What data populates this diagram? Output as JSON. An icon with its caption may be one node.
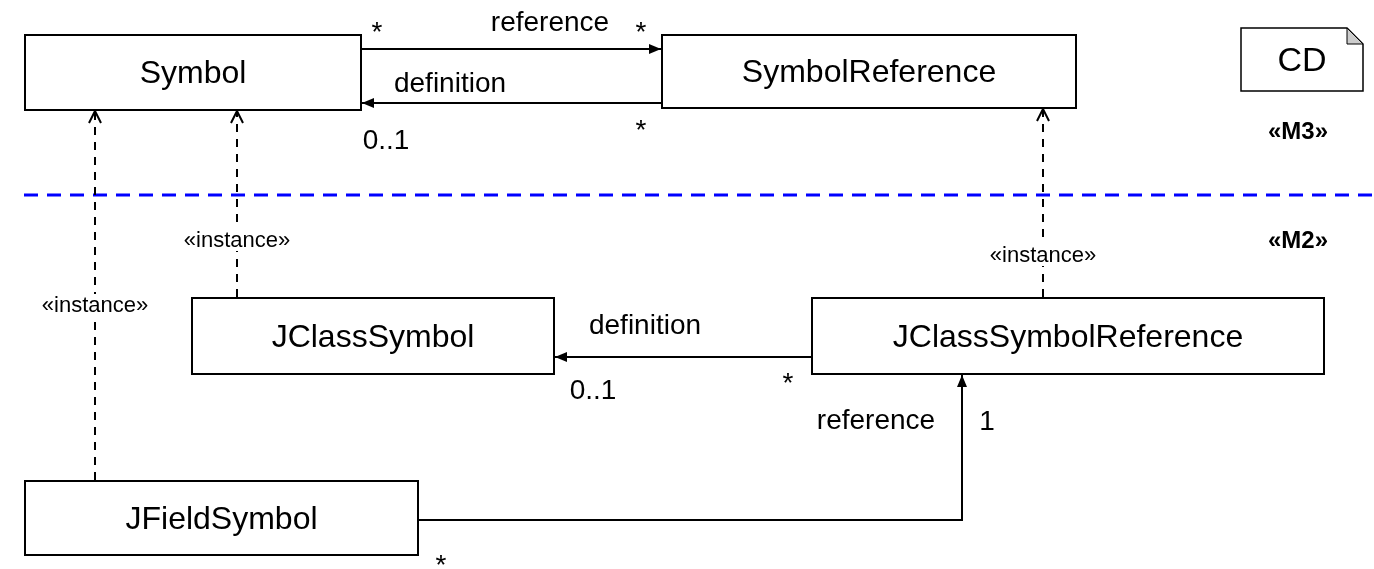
{
  "diagram": {
    "nodes": [
      {
        "text": [
          "Symbol"
        ]
      },
      {
        "text": [
          "SymbolReference"
        ]
      },
      {
        "text": [
          "CD"
        ]
      },
      {
        "text": [
          "JClassSymbol"
        ]
      },
      {
        "text": [
          "JClassSymbolReference"
        ]
      },
      {
        "text": [
          "JFieldSymbol"
        ]
      }
    ],
    "edges": [
      {
        "from": 0,
        "to": 1,
        "arrow": "to",
        "label": "reference"
      },
      {
        "from": 1,
        "to": 0,
        "arrow": "to",
        "label": "definition"
      },
      {
        "from": 5,
        "to": 0,
        "arrow": "to",
        "label": "«instance»",
        "style": "dashed"
      },
      {
        "from": 3,
        "to": 0,
        "arrow": "to",
        "label": "«instance»",
        "style": "dashed"
      },
      {
        "from": 4,
        "to": 1,
        "arrow": "to",
        "label": "«instance»",
        "style": "dashed"
      },
      {
        "from": 4,
        "to": 3,
        "arrow": "to",
        "label": "definition"
      },
      {
        "from": 5,
        "to": 4,
        "arrow": "to",
        "label": "reference"
      }
    ],
    "labels": [
      "*",
      "*",
      "0..1",
      "*",
      "«M3»",
      "«M2»",
      "0..1",
      "*",
      "1",
      "*"
    ]
  }
}
